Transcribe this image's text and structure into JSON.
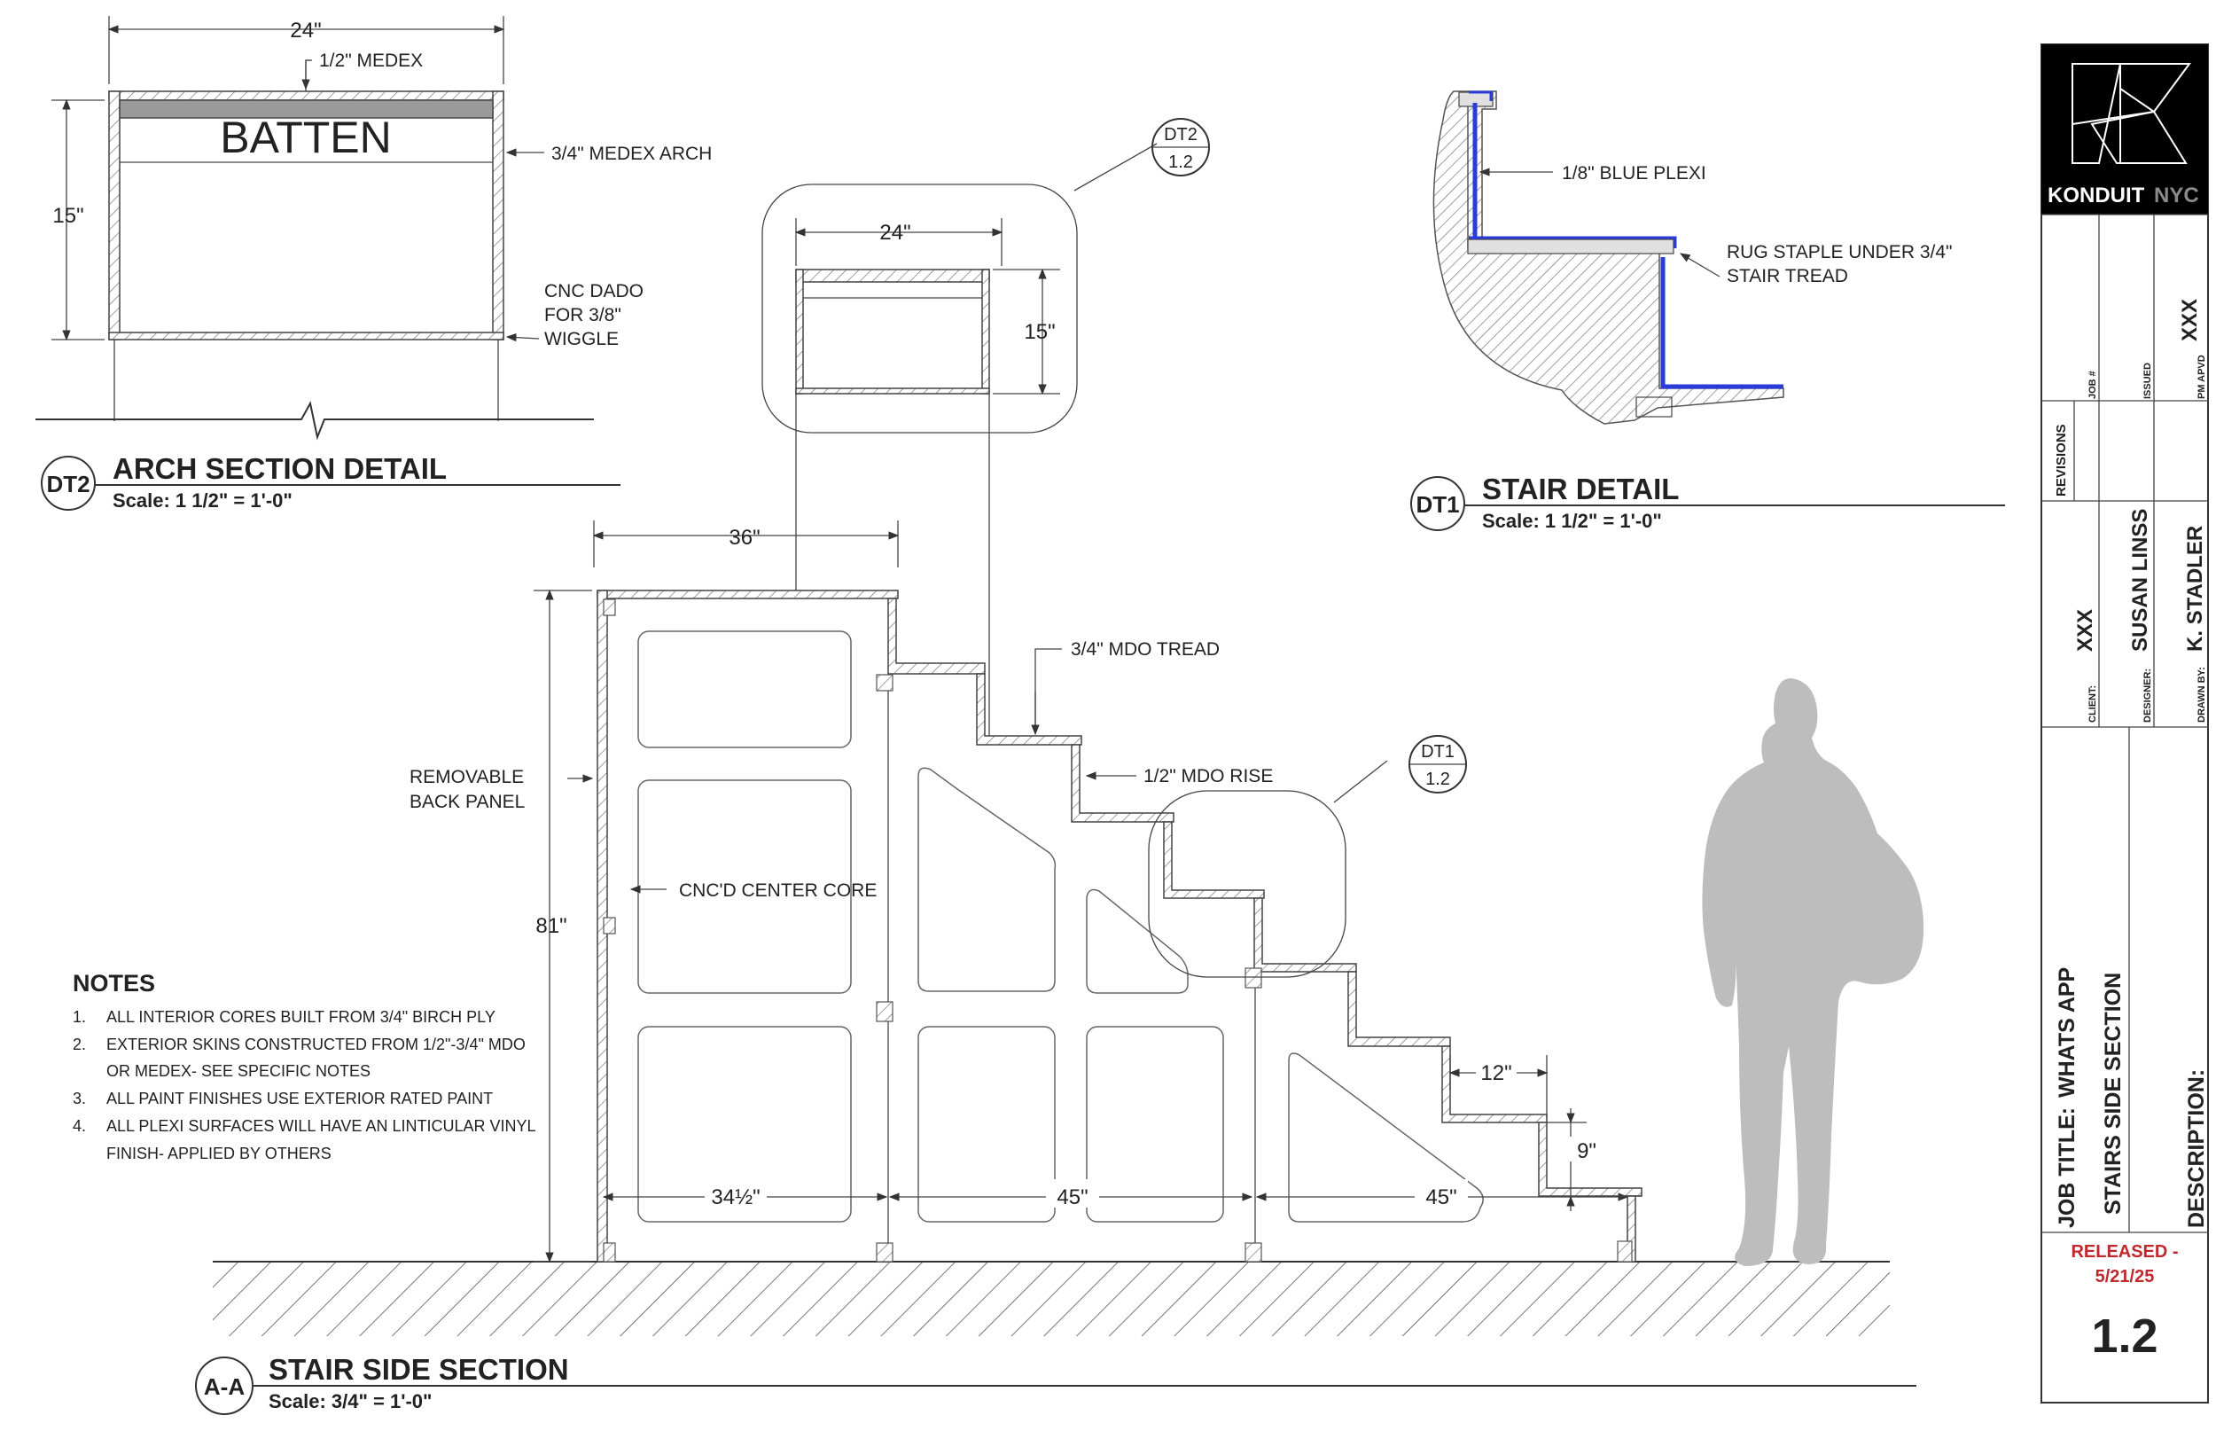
{
  "arch_detail": {
    "dim_width": "24\"",
    "dim_height": "15\"",
    "batten_label": "BATTEN",
    "callout_medex": "1/2\" MEDEX",
    "callout_arch": "3/4\" MEDEX ARCH",
    "callout_dado_line1": "CNC DADO",
    "callout_dado_line2": "FOR 3/8\"",
    "callout_dado_line3": "WIGGLE",
    "bubble": "DT2",
    "title": "ARCH SECTION DETAIL",
    "scale": "Scale: 1 1/2\" = 1'-0\""
  },
  "stair_detail": {
    "callout_plexi": "1/8\" BLUE PLEXI",
    "callout_rug_line1": "RUG STAPLE UNDER 3/4\"",
    "callout_rug_line2": "STAIR TREAD",
    "bubble": "DT1",
    "title": "STAIR DETAIL",
    "scale": "Scale: 1 1/2\" = 1'-0\""
  },
  "section": {
    "detail_ref_dt2": {
      "top": "DT2",
      "bottom": "1.2"
    },
    "detail_ref_dt1": {
      "top": "DT1",
      "bottom": "1.2"
    },
    "enlarged_dim_width": "24\"",
    "enlarged_dim_height": "15\"",
    "dim_top": "36\"",
    "dim_height": "81\"",
    "dim_bottom_1": "34½\"",
    "dim_bottom_2": "45\"",
    "dim_bottom_3": "45\"",
    "dim_tread": "12\"",
    "dim_rise": "9\"",
    "callout_tread": "3/4\" MDO TREAD",
    "callout_rise": "1/2\" MDO RISE",
    "callout_back_line1": "REMOVABLE",
    "callout_back_line2": "BACK PANEL",
    "callout_core": "CNC'D CENTER CORE",
    "bubble": "A-A",
    "title": "STAIR SIDE SECTION",
    "scale": "Scale: 3/4\" = 1'-0\""
  },
  "notes": {
    "title": "NOTES",
    "items": [
      {
        "num": "1.",
        "lines": [
          "ALL INTERIOR CORES BUILT FROM 3/4\" BIRCH PLY"
        ]
      },
      {
        "num": "2.",
        "lines": [
          "EXTERIOR SKINS CONSTRUCTED FROM 1/2\"-3/4\" MDO",
          "OR MEDEX- SEE SPECIFIC NOTES"
        ]
      },
      {
        "num": "3.",
        "lines": [
          "ALL PAINT FINISHES USE EXTERIOR RATED PAINT"
        ]
      },
      {
        "num": "4.",
        "lines": [
          "ALL PLEXI SURFACES WILL HAVE AN LINTICULAR VINYL",
          "FINISH- APPLIED BY OTHERS"
        ]
      }
    ]
  },
  "title_block": {
    "logo_name": "KONDUIT",
    "logo_city": "NYC",
    "revisions_label": "REVISIONS",
    "job_no_label": "JOB #",
    "issued_label": "ISSUED",
    "pm_label": "PM APVD",
    "pm_value": "XXX",
    "client_label": "CLIENT:",
    "client_value": "XXX",
    "designer_label": "DESIGNER:",
    "designer_value": "SUSAN LINSS",
    "drawn_label": "DRAWN BY:",
    "drawn_value": "K. STADLER",
    "job_title_label": "JOB TITLE:",
    "job_title_value": "WHATS APP",
    "sheet_desc": "STAIRS SIDE SECTION",
    "description_label": "DESCRIPTION:",
    "released_line1": "RELEASED -",
    "released_line2": "5/21/25",
    "sheet_number": "1.2"
  },
  "colors": {
    "plexi_blue": "#2a3bd8",
    "released_red": "#c0282d",
    "figure_gray": "#bdbdbd"
  }
}
